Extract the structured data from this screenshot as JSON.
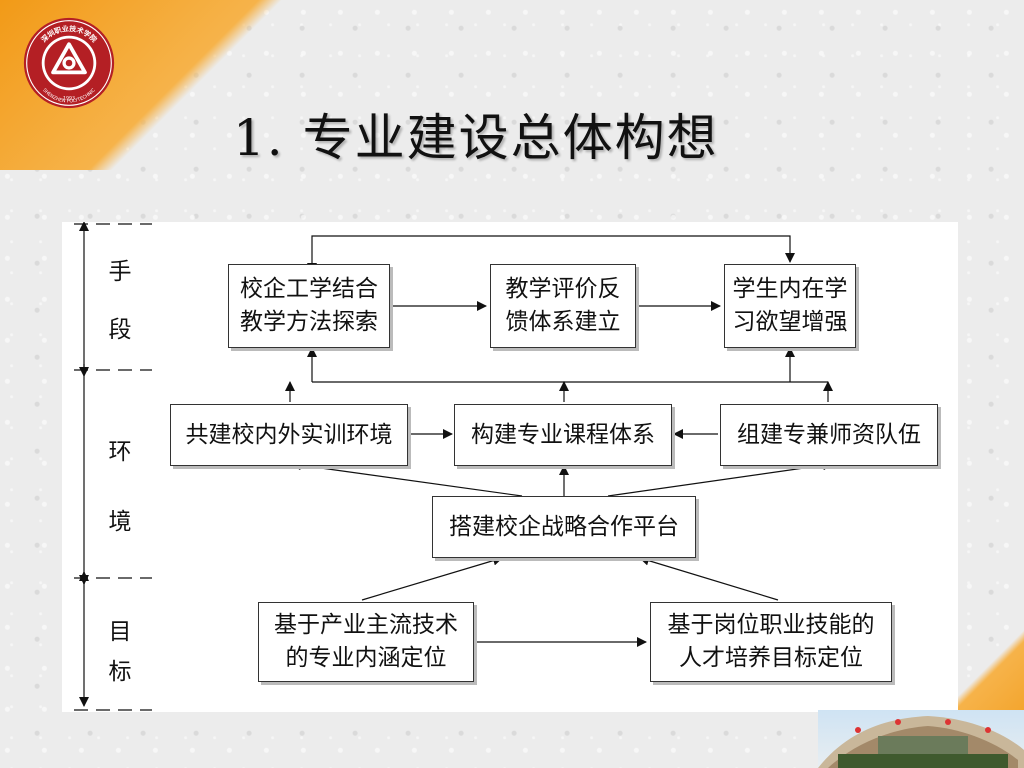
{
  "slide": {
    "title": "1. 专业建设总体构想"
  },
  "logo": {
    "text": "深圳职业技术学院",
    "subtext": "SHENZHEN POLYTECHNIC",
    "year": "1993"
  },
  "diagram": {
    "side_labels": {
      "means_1": "手",
      "means_2": "段",
      "environment_1": "环",
      "environment_2": "境",
      "goal_1": "目",
      "goal_2": "标"
    },
    "nodes": {
      "school_enterprise_method": "校企工学结合\n教学方法探索",
      "teaching_evaluation": "教学评价反\n馈体系建立",
      "student_motivation": "学生内在学\n习欲望增强",
      "training_environment": "共建校内外实训环境",
      "curriculum_system": "构建专业课程体系",
      "teacher_team": "组建专兼师资队伍",
      "cooperation_platform": "搭建校企战略合作平台",
      "industry_positioning": "基于产业主流技术\n的专业内涵定位",
      "talent_positioning": "基于岗位职业技能的\n人才培养目标定位"
    }
  }
}
